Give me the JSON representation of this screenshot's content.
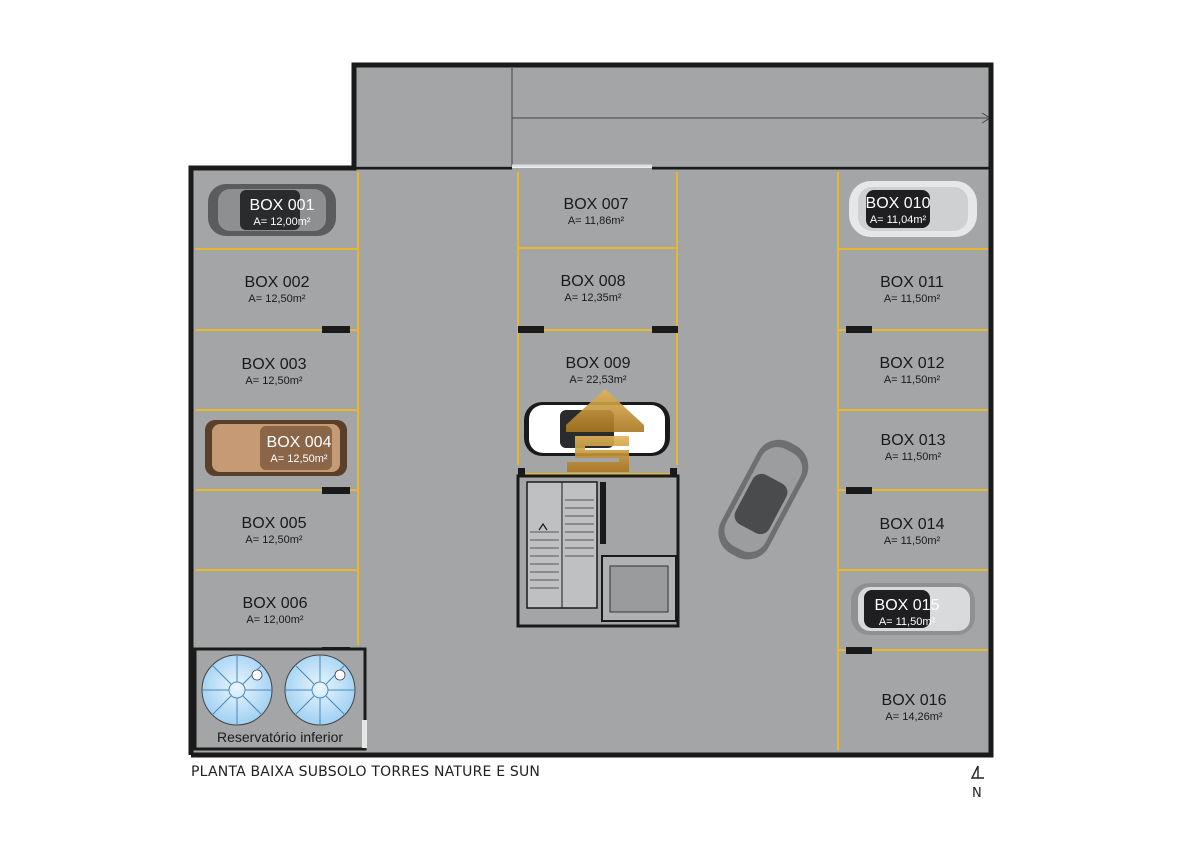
{
  "plan": {
    "caption": "PLANTA BAIXA SUBSOLO TORRES NATURE E SUN",
    "north": "N",
    "reservoir_label": "Reservatório inferior",
    "boxes": [
      {
        "name": "BOX 001",
        "area": "A= 12,00m²"
      },
      {
        "name": "BOX 002",
        "area": "A= 12,50m²"
      },
      {
        "name": "BOX 003",
        "area": "A= 12,50m²"
      },
      {
        "name": "BOX 004",
        "area": "A= 12,50m²"
      },
      {
        "name": "BOX 005",
        "area": "A= 12,50m²"
      },
      {
        "name": "BOX 006",
        "area": "A= 12,00m²"
      },
      {
        "name": "BOX 007",
        "area": "A= 11,86m²"
      },
      {
        "name": "BOX 008",
        "area": "A= 12,35m²"
      },
      {
        "name": "BOX 009",
        "area": "A= 22,53m²"
      },
      {
        "name": "BOX 010",
        "area": "A= 11,04m²"
      },
      {
        "name": "BOX 011",
        "area": "A= 11,50m²"
      },
      {
        "name": "BOX 012",
        "area": "A= 11,50m²"
      },
      {
        "name": "BOX 013",
        "area": "A= 11,50m²"
      },
      {
        "name": "BOX 014",
        "area": "A= 11,50m²"
      },
      {
        "name": "BOX 015",
        "area": "A= 11,50m²"
      },
      {
        "name": "BOX 016",
        "area": "A= 14,26m²"
      }
    ],
    "colors": {
      "floor": "#a4a5a7",
      "wall": "#1a1a1a",
      "parking_line": "#e7b82d",
      "logo_gold": "#c9952f"
    }
  }
}
